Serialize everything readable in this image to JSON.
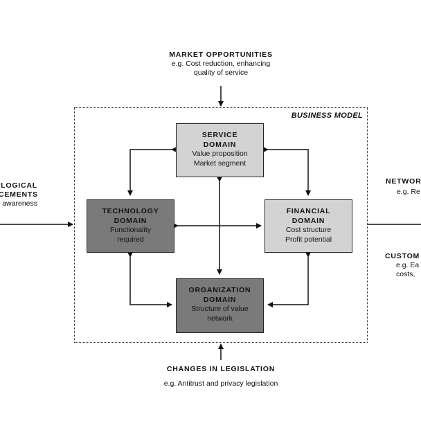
{
  "colors": {
    "service_fill": "#d3d3d3",
    "technology_fill": "#7a7a7a",
    "financial_fill": "#d3d3d3",
    "organization_fill": "#7a7a7a",
    "line": "#111111"
  },
  "top_driver": {
    "heading": "MARKET OPPORTUNITIES",
    "line1": "e.g. Cost reduction, enhancing",
    "line2": "quality of service"
  },
  "bottom_driver": {
    "heading": "CHANGES IN LEGISLATION",
    "line1": "e.g. Antitrust and privacy legislation"
  },
  "left_driver": {
    "heading_line1": "LOGICAL",
    "heading_line2": "CEMENTS",
    "line1": "awareness"
  },
  "right_driver_top": {
    "heading": "NETWOR",
    "line1": "e.g. Re"
  },
  "right_driver_bottom": {
    "heading": "CUSTOM",
    "line1": "e.g. Ea",
    "line2": "costs,"
  },
  "frame": {
    "title": "BUSINESS MODEL"
  },
  "domains": {
    "service": {
      "heading_line1": "SERVICE",
      "heading_line2": "DOMAIN",
      "line1": "Value proposition",
      "line2": "Market segment"
    },
    "technology": {
      "heading_line1": "TECHNOLOGY",
      "heading_line2": "DOMAIN",
      "line1": "Functionality",
      "line2": "required"
    },
    "financial": {
      "heading_line1": "FINANCIAL",
      "heading_line2": "DOMAIN",
      "line1": "Cost structure",
      "line2": "Profit potential"
    },
    "organization": {
      "heading_line1": "ORGANIZATION",
      "heading_line2": "DOMAIN",
      "line1": "Structure of value",
      "line2": "network"
    }
  }
}
